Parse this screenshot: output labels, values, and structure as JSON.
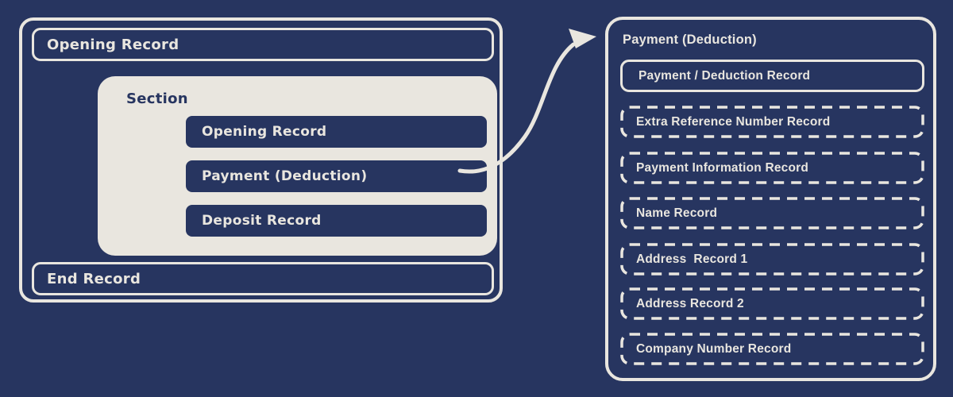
{
  "page": {
    "background_color": "#273560",
    "foreground_color": "#e9e6df"
  },
  "file_structure": {
    "opening_record_label": "Opening Record",
    "end_record_label": "End Record",
    "section": {
      "title": "Section",
      "items": [
        {
          "label": "Opening Record"
        },
        {
          "label": "Payment (Deduction)"
        },
        {
          "label": "Deposit Record"
        }
      ]
    }
  },
  "connector": {
    "icon": "curved-arrow-icon",
    "from": "Payment (Deduction)",
    "to": "Payment (Deduction) detail panel"
  },
  "detail_panel": {
    "title": "Payment (Deduction)",
    "required_record": {
      "label": "Payment / Deduction Record",
      "style": "solid"
    },
    "optional_records": [
      {
        "label": "Extra Reference Number Record",
        "style": "dashed"
      },
      {
        "label": "Payment Information Record",
        "style": "dashed"
      },
      {
        "label": "Name Record",
        "style": "dashed"
      },
      {
        "label": "Address  Record 1",
        "style": "dashed"
      },
      {
        "label": "Address Record 2",
        "style": "dashed"
      },
      {
        "label": "Company Number Record",
        "style": "dashed"
      }
    ]
  }
}
